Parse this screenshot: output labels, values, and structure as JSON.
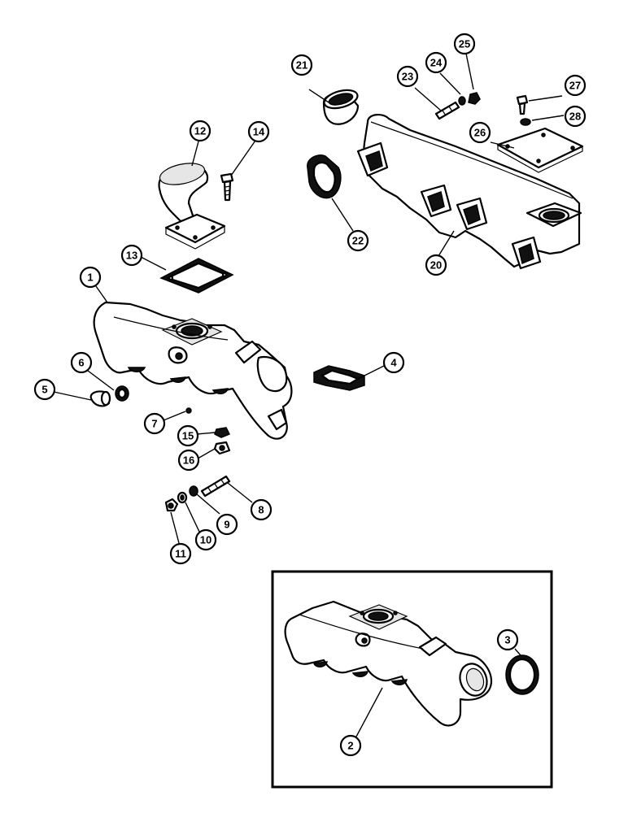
{
  "callouts": {
    "c1": "1",
    "c2": "2",
    "c3": "3",
    "c4": "4",
    "c5": "5",
    "c6": "6",
    "c7": "7",
    "c8": "8",
    "c9": "9",
    "c10": "10",
    "c11": "11",
    "c12": "12",
    "c13": "13",
    "c14": "14",
    "c15": "15",
    "c16": "16",
    "c20": "20",
    "c21": "21",
    "c22": "22",
    "c23": "23",
    "c24": "24",
    "c25": "25",
    "c26": "26",
    "c27": "27",
    "c28": "28"
  },
  "colors": {
    "line": "#000000",
    "paper": "#ffffff"
  }
}
